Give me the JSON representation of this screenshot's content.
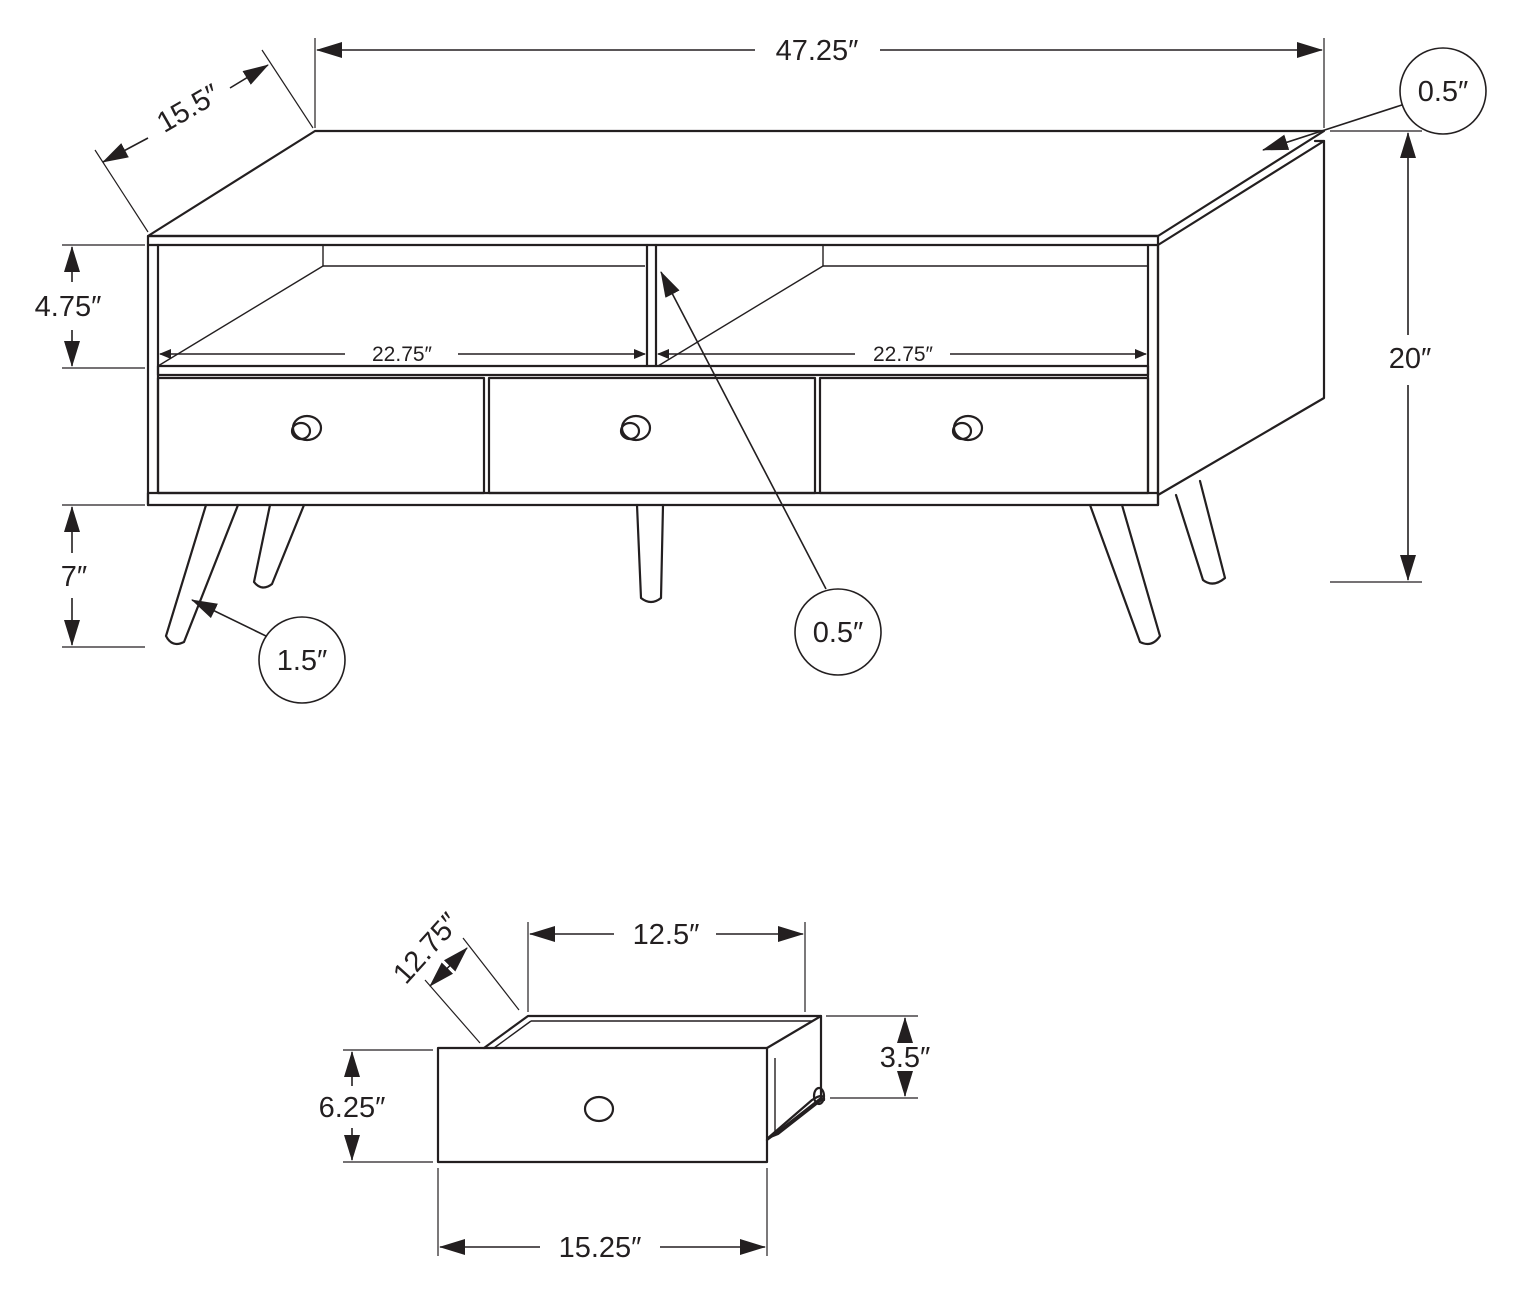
{
  "tv_stand": {
    "width": "47.25″",
    "depth": "15.5″",
    "height": "20″",
    "top_thickness": "0.5″",
    "shelf_height": "4.75″",
    "shelf_width_left": "22.75″",
    "shelf_width_right": "22.75″",
    "divider_thickness": "0.5″",
    "leg_height": "7″",
    "leg_diameter": "1.5″"
  },
  "drawer": {
    "depth": "12.75″",
    "inner_width": "12.5″",
    "inner_height": "3.5″",
    "front_height": "6.25″",
    "front_width": "15.25″"
  }
}
